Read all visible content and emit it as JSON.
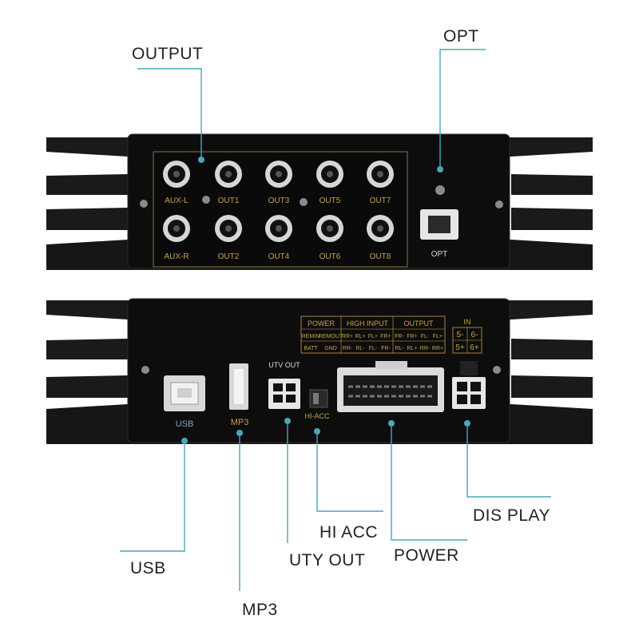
{
  "colors": {
    "leader_line": "#4aa6b8",
    "body": "#111111",
    "fin": "#1a1a1a",
    "gold_text": "#c9a24a",
    "usb_text": "#7fa6c8"
  },
  "callouts": {
    "output": "OUTPUT",
    "opt": "OPT",
    "usb": "USB",
    "mp3": "MP3",
    "uty_out": "UTY OUT",
    "hi_acc": "HI ACC",
    "power": "POWER",
    "display": "DIS PLAY"
  },
  "top_panel": {
    "jack_row1": [
      "AUX-L",
      "OUT1",
      "OUT3",
      "OUT5",
      "OUT7"
    ],
    "jack_row2": [
      "AUX-R",
      "OUT2",
      "OUT4",
      "OUT6",
      "OUT8"
    ],
    "opt_label": "OPT"
  },
  "bottom_panel": {
    "usb_label": "USB",
    "mp3_label": "MP3",
    "utv_label": "UTV OUT",
    "hiacc_label": "HI-ACC",
    "table_headers": [
      "POWER",
      "HIGH INPUT",
      "OUTPUT"
    ],
    "table_row1": [
      "REMIN",
      "REMOUT",
      "RR+",
      "RL+",
      "FL+",
      "FR+",
      "FR-",
      "FR+",
      "FL-",
      "FL+"
    ],
    "table_row2": [
      "BATT",
      "GND",
      "RR-",
      "RL-",
      "FL-",
      "FR-",
      "RL-",
      "RL+",
      "RR-",
      "RR+"
    ],
    "in_header": "IN",
    "in_row1": [
      "5-",
      "6-"
    ],
    "in_row2": [
      "5+",
      "6+"
    ]
  }
}
